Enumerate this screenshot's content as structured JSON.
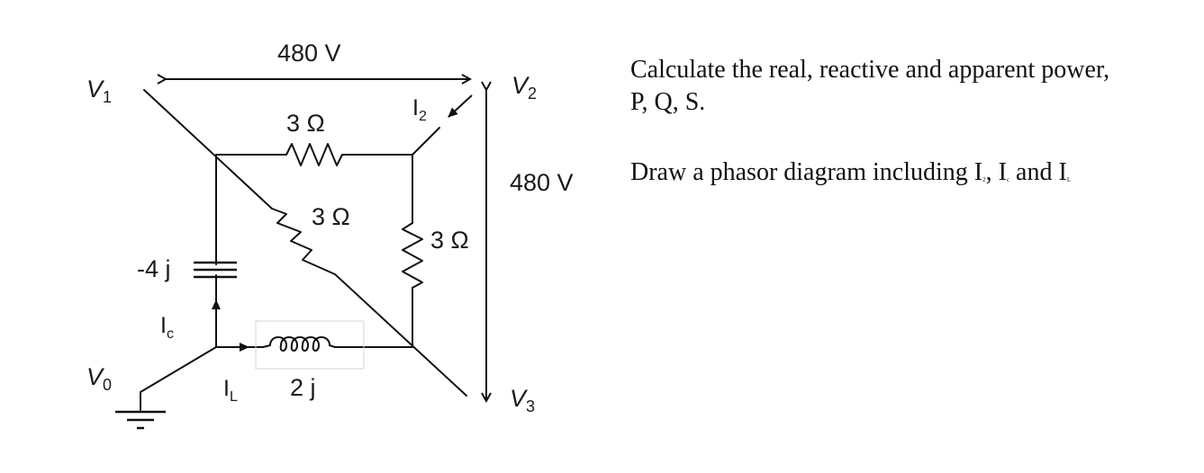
{
  "nodes": {
    "v1": "V",
    "v1_sub": "1",
    "v2": "V",
    "v2_sub": "2",
    "v3": "V",
    "v3_sub": "3",
    "v0": "V",
    "v0_sub": "0"
  },
  "voltages": {
    "top": "480 V",
    "right": "480 V"
  },
  "components": {
    "r_top": "3 Ω",
    "r_diag": "3 Ω",
    "r_right": "3 Ω",
    "capacitor": "-4 j",
    "inductor": "2 j"
  },
  "currents": {
    "i2": "I",
    "i2_sub": "2",
    "ic": "I",
    "ic_sub": "c",
    "il": "I",
    "il_sub": "L"
  },
  "questions": {
    "q1": "Calculate the real, reactive and apparent power, P, Q, S.",
    "q2_prefix": "Draw a phasor diagram including I",
    "q2_s1": "2",
    "q2_sep1": ", I",
    "q2_s2": "c",
    "q2_sep2": " and I",
    "q2_s3": "L"
  }
}
